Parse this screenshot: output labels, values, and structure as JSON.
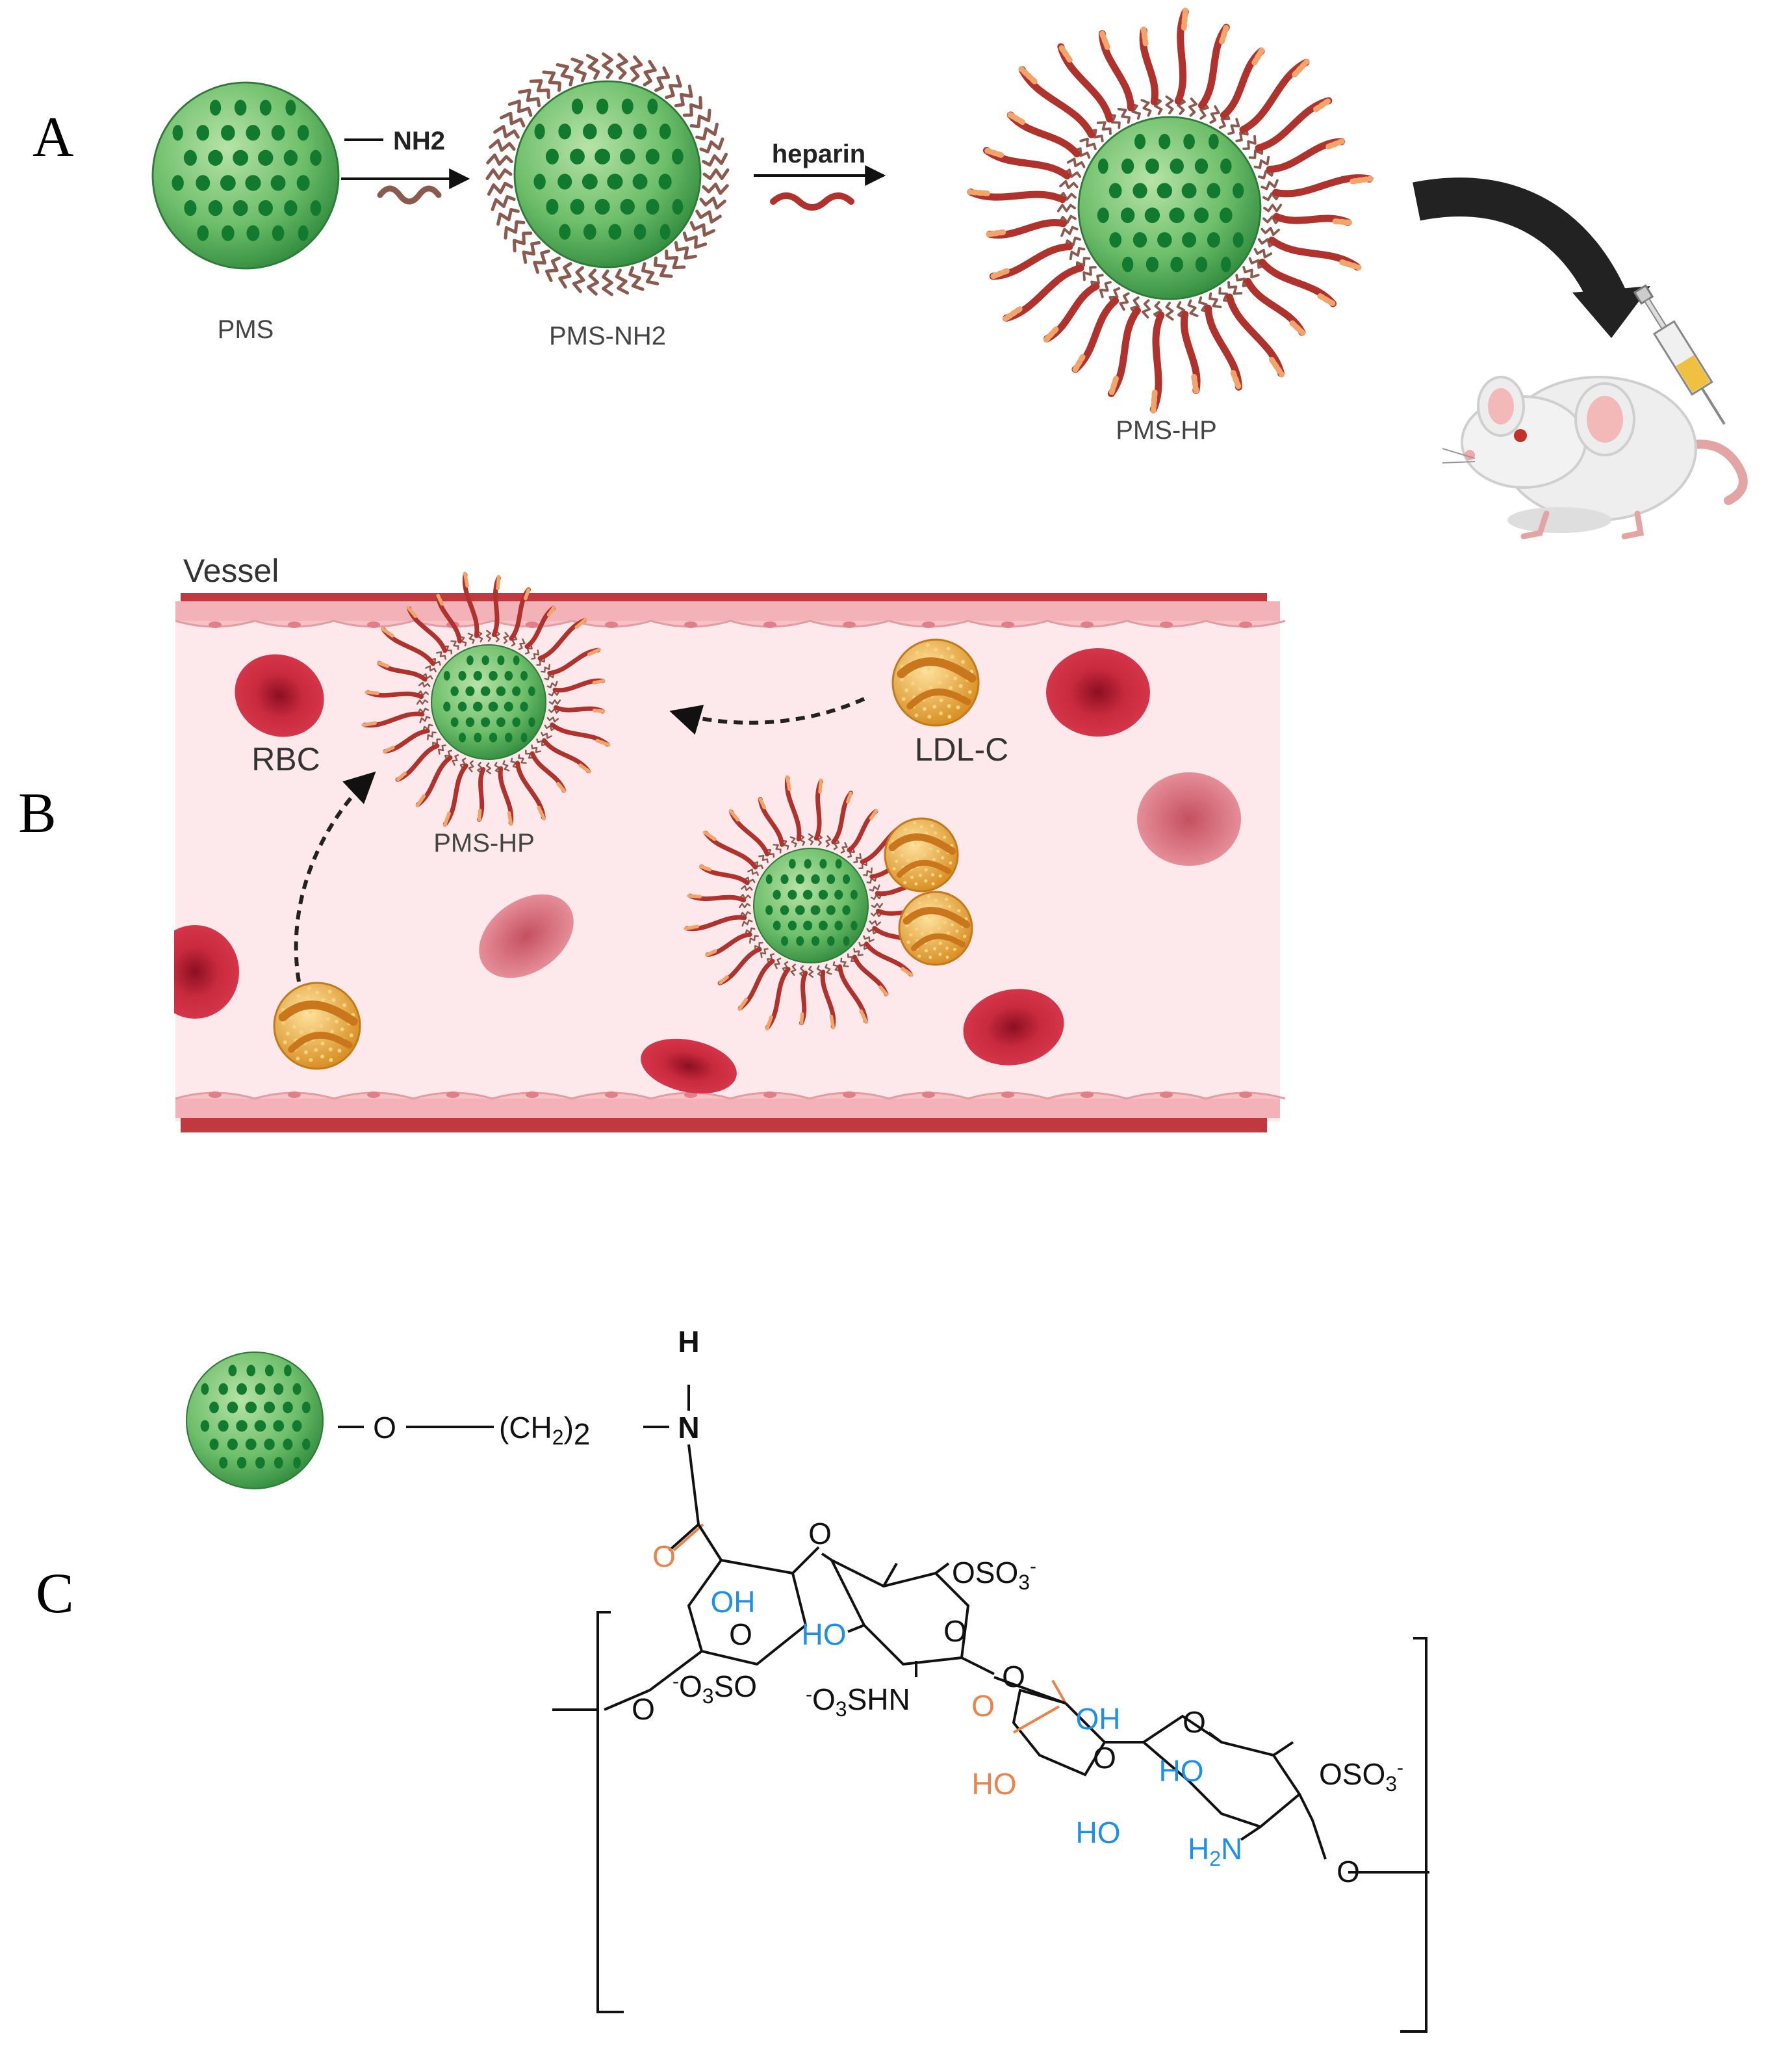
{
  "panels": {
    "a": "A",
    "b": "B",
    "c": "C"
  },
  "scheme": {
    "pms": "PMS",
    "pms_nh2": "PMS-NH2",
    "pms_hp": "PMS-HP",
    "amine_reagent": "NH2",
    "heparin_reagent": "heparin"
  },
  "vessel": {
    "title": "Vessel",
    "rbc": "RBC",
    "ldl": "LDL-C",
    "pms_hp": "PMS-HP"
  },
  "structure": {
    "h": "H",
    "n": "N",
    "o_link": "O",
    "ch2": "(CH",
    "ch2_sub": "2",
    "ch2_tail": ")",
    "ch2_n": "2",
    "carbonyl_o": "O",
    "oh1": "OH",
    "ring_o1": "O",
    "glyco_o1": "O",
    "left_o": "O",
    "o3so_minus": "-",
    "o3so_o": "O",
    "o3so_3": "3",
    "o3so_so": "SO",
    "osO3_1": "OSO",
    "osO3_1_sub": "3",
    "osO3_1_sup": "-",
    "ho1": "HO",
    "ring_o2": "O",
    "o3shn_minus": "-",
    "o3shn_o": "O",
    "o3shn_3": "3",
    "o3shn_shn": "SHN",
    "glyco_o2": "O",
    "cooh_o": "O",
    "ho_acid": "HO",
    "oh2": "OH",
    "ring_o3": "O",
    "ho2": "HO",
    "glyco_o3": "O",
    "ho3": "HO",
    "osO3_2": "OSO",
    "osO3_2_sub": "3",
    "osO3_2_sup": "-",
    "h2n_h": "H",
    "h2n_2": "2",
    "h2n_n": "N",
    "right_o": "O"
  },
  "colors": {
    "sphere": "#5cb85c",
    "sphere_dot": "#127a2e",
    "heparin": "#b0322c",
    "amine": "#8a5a4f",
    "ldl": "#e8a53c",
    "rbc": "#c3243a",
    "vessel_wall": "#c0393e",
    "vessel_lumen": "#fde9ec",
    "chem_blue": "#1e8fe6",
    "chem_orange": "#e8834a"
  }
}
